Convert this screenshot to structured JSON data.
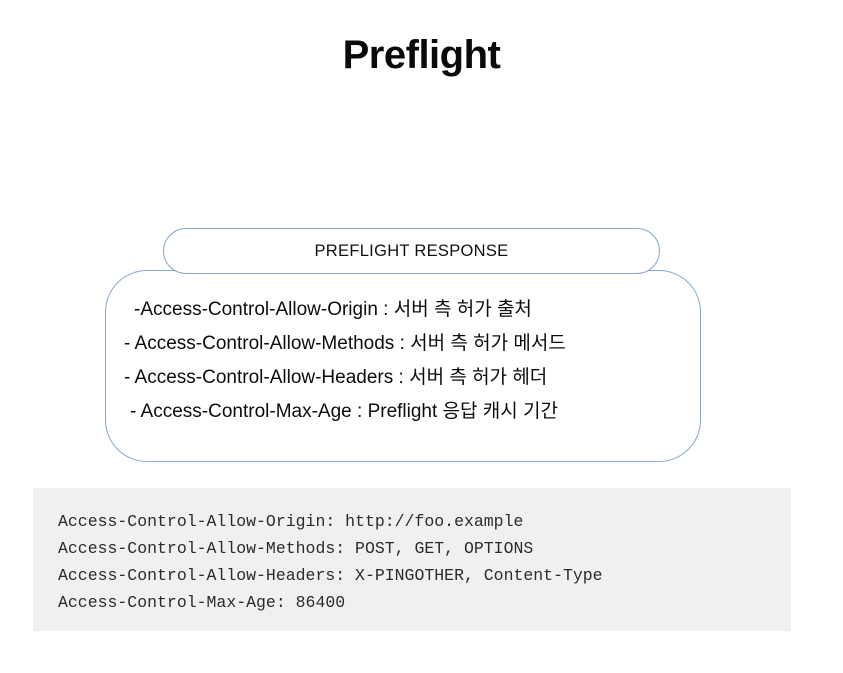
{
  "slide": {
    "title": "Preflight"
  },
  "callout": {
    "header_label": "PREFLIGHT RESPONSE",
    "border_color": "#8ba7cf",
    "lines": [
      "-Access-Control-Allow-Origin : 서버 측 허가 출처",
      "-  Access-Control-Allow-Methods : 서버 측 허가 메서드",
      "-  Access-Control-Allow-Headers : 서버 측 허가 헤더",
      "- Access-Control-Max-Age : Preflight 응답 캐시 기간"
    ]
  },
  "code_block": {
    "background_color": "#f0f0f0",
    "lines": [
      "Access-Control-Allow-Origin: http://foo.example",
      "Access-Control-Allow-Methods: POST, GET, OPTIONS",
      "Access-Control-Allow-Headers: X-PINGOTHER, Content-Type",
      "Access-Control-Max-Age: 86400"
    ]
  }
}
